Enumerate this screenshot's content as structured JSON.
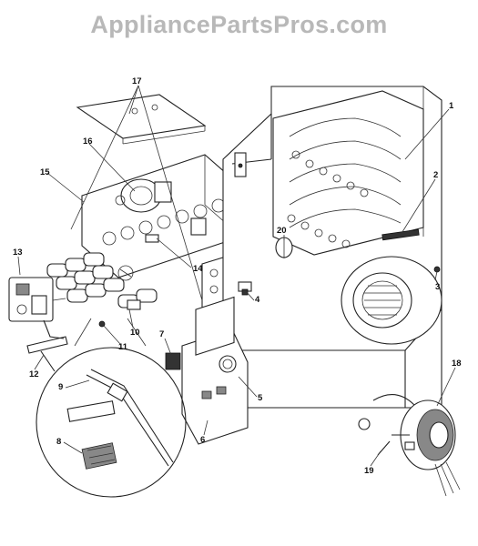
{
  "watermark": "AppliancePartsPros.com",
  "callouts": {
    "c1": "1",
    "c2": "2",
    "c3": "3",
    "c4": "4",
    "c5": "5",
    "c6": "6",
    "c7": "7",
    "c8": "8",
    "c9": "9",
    "c10": "10",
    "c11": "11",
    "c12": "12",
    "c13": "13",
    "c14": "14",
    "c15": "15",
    "c16": "16",
    "c17": "17",
    "c18": "18",
    "c19": "19",
    "c20": "20"
  }
}
